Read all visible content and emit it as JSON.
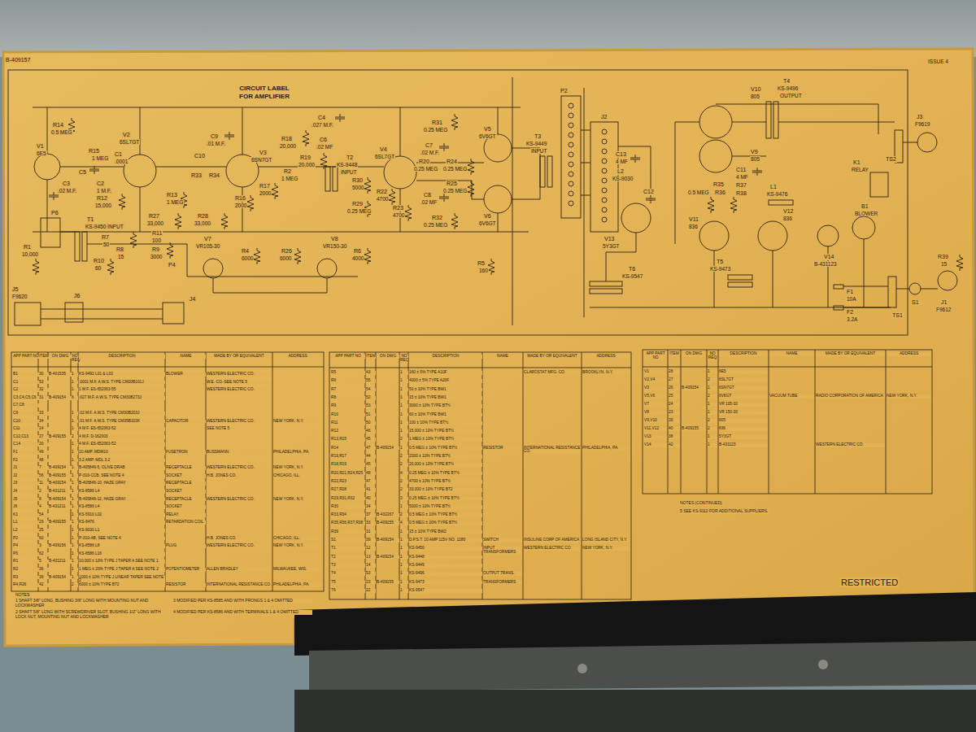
{
  "diagram": {
    "title": "CIRCUIT LABEL FOR AMPLIFIER",
    "labels": [
      "R14",
      "0.5 MEG",
      "V1",
      "6E5",
      "R15",
      "1 MEG",
      "V2",
      "6SL7GT",
      "C1",
      ".0001",
      "C9",
      ".01 M.F.",
      "C10",
      "V3",
      "6SN7GT",
      "R18",
      "20,000",
      "C4",
      ".027 M.F.",
      "C6",
      ".02 MF",
      "R19",
      "20,000",
      "R2",
      "1 MEG",
      "R17",
      "2000",
      "R16",
      "2000",
      "C5",
      "C3",
      ".02 M.F.",
      "C2",
      "1 M.F.",
      "R12",
      "15,000",
      "R13",
      "1 MEG",
      "R33",
      "R34",
      "T2",
      "KS-9448",
      "INPUT",
      "R30",
      "5000",
      "R29",
      "0.25 MEG",
      "R22",
      "4700",
      "R23",
      "4700",
      "V4",
      "6SL7GT",
      "R31",
      "0.25 MEG",
      "C7",
      ".02 M.F.",
      "R20",
      "0.25 MEG",
      "R24",
      "0.25 MEG",
      "C8",
      ".02 MF",
      "R25",
      "0.25 MEG",
      "R32",
      "0.25 MEG",
      "V5",
      "6V6GT",
      "V6",
      "6V6GT",
      "R5",
      "160",
      "T3",
      "KS-9449",
      "INPUT",
      "P2",
      "J2",
      "C13",
      "4 MF",
      "L2",
      "KS-9030",
      "C12",
      "V13",
      "5Y3GT",
      "T6",
      "KS-9547",
      "V10",
      "805",
      "V9",
      "805",
      "T4",
      "KS-9496",
      "OUTPUT",
      "J3",
      "F9619",
      "TS2",
      "C11",
      "4 MF",
      "R35",
      "R37",
      "0.5 MEG",
      "R36",
      "R38",
      "L1",
      "KS-9476",
      "K1",
      "RELAY",
      "B1",
      "BLOWER",
      "V11",
      "836",
      "V12",
      "836",
      "V14",
      "B-431123",
      "T5",
      "KS-9473",
      "R39",
      "15",
      "J1",
      "F9612",
      "TS1",
      "S1",
      "F1",
      "10A",
      "F2",
      "3.2A",
      "P6",
      "T1",
      "KS-9450 INPUT",
      "R7",
      "50",
      "R8",
      "15",
      "R27",
      "33,000",
      "R11",
      "100",
      "R9",
      "3000",
      "P4",
      "R10",
      "60",
      "R28",
      "33,000",
      "V7",
      "VR105-30",
      "R4",
      "6000",
      "R26",
      "6000",
      "V8",
      "VR150-30",
      "R6",
      "4000",
      "R1",
      "10,000",
      "J5",
      "F9620",
      "J6",
      "J4",
      "B-409157",
      "ISSUE 4",
      "RESTRICTED",
      "NOTES",
      "1 SHAFT 3/8\" LONG, BUSHING 3/8\" LONG WITH MOUNTING NUT AND LOCKWASHER",
      "2 SHAFT 5/8\" LONG WITH SCREWDRIVER SLOT, BUSHING 1/2\" LONG WITH LOCK NUT, MOUNTING NUT AND LOCKWASHER",
      "3 MODIFIED PER KS-8585 AND WITH PRONGS 1 & 4 OMITTED",
      "4 MODIFIED PER KS-8586 AND WITH TERMINALS 1 & 4 OMITTED",
      "NOTES (CONTINUED)",
      "5 SEE KS-9112 FOR ADDITIONAL SUPPLIERS.",
      "APP PART NO",
      "ITEM",
      "ON DWG",
      "NO REQ",
      "DESCRIPTION",
      "NAME",
      "MADE BY OR EQUIVALENT",
      "ADDRESS",
      "B1",
      "30",
      "B-401535",
      "1",
      "KS-9492 L01 & L02",
      "BLOWER",
      "WESTERN ELECTRIC CO.",
      "C1",
      "53",
      "1",
      ".0001 M.F. A.W.S. TYPE CM20B101J",
      "W.E. CO.-SEE NOTE 5",
      "C2",
      "32",
      "1",
      "1 M.F. ES-652063-55",
      "WESTERN ELECTRIC CO.",
      "C3,C4,C5,C6",
      "31",
      "B-409154",
      "6",
      ".027 M.F. A.W.S. TYPE CM30B273J",
      "C7,C8",
      "C9",
      "33",
      "1",
      ".02 M.F. A.W.S. TYPE CM30B203J",
      "C10",
      "34",
      "1",
      ".01 M.F. A.W.S. TYPE CM35B103K",
      "CAPACITOR",
      "WESTERN ELECTRIC CO.",
      "NEW YORK, N.Y.",
      "C11",
      "24",
      "1",
      "4 M.F. ES-652063-52",
      "SEE NOTE 5",
      "C12,C13",
      "27",
      "B-409155",
      "2",
      "4 M.F. D-162003",
      "C14",
      "20",
      "1",
      "4 M.F. ES-652063-52",
      "F1",
      "49",
      "1",
      "10 AMP. MDM10",
      "FUSETRON",
      "BUSSMANN",
      "PHILADELPHIA, PA.",
      "F2",
      "48",
      "1",
      "3.2 AMP. MDL 3.2",
      "J1",
      "7",
      "B-409154",
      "1",
      "B-405846-5, OLIVE DRAB",
      "RECEPTACLE",
      "WESTERN ELECTRIC CO.",
      "NEW YORK, N.Y.",
      "J2",
      "56",
      "B-409155",
      "1",
      "P-310-CCB, SEE NOTE 4",
      "SOCKET",
      "H.B. JONES CO.",
      "CHICAGO, ILL.",
      "J3",
      "11",
      "B-409154",
      "1",
      "B-405846-10, HAZE GRAY",
      "RECEPTACLE",
      "J4",
      "2",
      "B-431211",
      "1",
      "KS-8586 L4",
      "SOCKET",
      "J5",
      "8",
      "B-409154",
      "1",
      "B-405846-12, HAZE GRAY",
      "RECEPTACLE",
      "WESTERN ELECTRIC CO.",
      "NEW YORK, N.Y.",
      "J6",
      "4",
      "B-431211",
      "1",
      "KS-8586 L4",
      "SOCKET",
      "K1",
      "54",
      "1",
      "KS-5910 L02",
      "RELAY",
      "L1",
      "29",
      "B-409155",
      "1",
      "KS-9476",
      "RETARDATION COIL",
      "L2",
      "25",
      "1",
      "KS-9030 L1",
      "P2",
      "60",
      "1",
      "P-310-AB, SEE NOTE 4",
      "H.B. JONES CO.",
      "CHICAGO, ILL.",
      "P4",
      "3",
      "B-409156",
      "1",
      "KS-8586 L8",
      "PLUG",
      "WESTERN ELECTRIC CO.",
      "NEW YORK, N.Y.",
      "P6",
      "62",
      "1",
      "KS-8586 L16",
      "R1",
      "5",
      "B-431211",
      "1",
      "10,000 ± 10% TYPE J TAPER A SEE NOTE 1",
      "R2",
      "36",
      "1",
      "1 MEG ± 20% TYPE J TAPER A SEE NOTE 2",
      "POTENTIOMETER",
      "ALLEN BRADLEY",
      "MILWAUKEE, WIS.",
      "R3",
      "39",
      "B-409154",
      "1",
      "1000 ± 10% TYPE J LINEAR TAPER SEE NOTE 2",
      "R4,R26",
      "42",
      "2",
      "6000 ± 10% TYPE BT2",
      "RESISTOR",
      "INTERNATIONAL RESISTANCE CO.",
      "PHILADELPHIA, PA.",
      "APP PART NO",
      "ITEM",
      "ON DWG",
      "NO REQ",
      "DESCRIPTION",
      "NAME",
      "MADE BY OR EQUIVALENT",
      "ADDRESS",
      "R5",
      "43",
      "1",
      "160 ± 5% TYPE A10F",
      "CLAROSTAT MFG. CO.",
      "BROOKLYN, N.Y.",
      "R6",
      "55",
      "1",
      "4000 ± 5% TYPE A20F",
      "R7",
      "54",
      "1",
      "50 ± 10% TYPE BW1",
      "R8",
      "52",
      "1",
      "15 ± 10% TYPE BW1",
      "R9",
      "53",
      "1",
      "3000 ± 10% TYPE BT½",
      "R10",
      "51",
      "1",
      "60 ± 10% TYPE BW1",
      "R11",
      "50",
      "1",
      "100 ± 10% TYPE BT½",
      "R12",
      "46",
      "1",
      "15,000 ± 10% TYPE BT½",
      "R13,R15",
      "45",
      "2",
      "1 MEG ± 10% TYPE BT½",
      "R14",
      "47",
      "B-409154",
      "1",
      "0.5 MEG ± 10% TYPE BT½",
      "RESISTOR",
      "INTERNATIONAL RESISTANCE CO.",
      "PHILADELPHIA, PA.",
      "R16,R17",
      "44",
      "2",
      "2000 ± 10% TYPE BT½",
      "R18,R19",
      "45",
      "2",
      "20,000 ± 10% TYPE BT½",
      "R20,R21,R24,R25",
      "48",
      "4",
      "0.25 MEG ± 10% TYPE BT½",
      "R22,R23",
      "47",
      "2",
      "4700 ± 10% TYPE BT½",
      "R27,R28",
      "41",
      "2",
      "33,000 ± 10% TYPE BT2",
      "R29,R31,R32",
      "40",
      "3",
      "0.25 MEG ± 10% TYPE BT½",
      "R30",
      "34",
      "1",
      "5000 ± 10% TYPE BT½",
      "R33,R34",
      "37",
      "B-432267",
      "2",
      "0.5 MEG ± 10% TYPE BT½",
      "R35,R36,R37,R38",
      "33",
      "B-409155",
      "4",
      "0.5 MEG ± 20% TYPE BT½",
      "R39",
      "31",
      "1",
      "15 ± 10% TYPE BW2",
      "S1",
      "39",
      "B-409154",
      "1",
      "D.P.S.T. 10 AMP 115V NO. 1280",
      "SWITCH",
      "INSULINE CORP OF AMERICA",
      "LONG ISLAND CITY, N.Y.",
      "T1",
      "12",
      "1",
      "KS-9450",
      "INPUT TRANSFORMERS",
      "WESTERN ELECTRIC CO.",
      "NEW YORK, N.Y.",
      "T2",
      "13",
      "B-409154",
      "1",
      "KS-9448",
      "T3",
      "14",
      "1",
      "KS-9449",
      "T4",
      "53",
      "1",
      "KS-9496",
      "OUTPUT TRANS.",
      "T5",
      "23",
      "B-409155",
      "1",
      "KS-9473",
      "TRANSFORMERS",
      "T6",
      "22",
      "1",
      "KS-9547",
      "APP PART NO",
      "ITEM",
      "ON DWG",
      "NO REQ",
      "DESCRIPTION",
      "NAME",
      "MADE BY OR EQUIVALENT",
      "ADDRESS",
      "V1",
      "28",
      "1",
      "6E5",
      "V2,V4",
      "27",
      "2",
      "6SL7GT",
      "V3",
      "26",
      "B-409154",
      "1",
      "6SN7GT",
      "V5,V6",
      "25",
      "2",
      "6V6GT",
      "VACUUM TUBE",
      "RADIO CORPORATION OF AMERICA",
      "NEW YORK, N.Y.",
      "V7",
      "24",
      "1",
      "VR 105-30",
      "V8",
      "23",
      "1",
      "VR 150-30",
      "V9,V10",
      "39",
      "2",
      "805",
      "V11,V12",
      "40",
      "B-409155",
      "2",
      "836",
      "V13",
      "38",
      "1",
      "5Y3GT",
      "V14",
      "42",
      "1",
      "B-431123",
      "WESTERN ELECTRIC CO."
    ]
  }
}
